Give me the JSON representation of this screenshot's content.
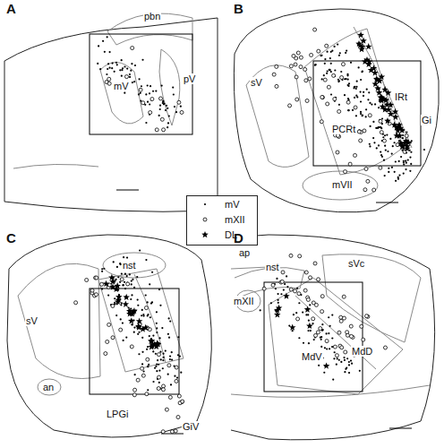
{
  "diagram": {
    "labels": [
      "A",
      "pbn",
      "mV",
      "pV",
      "B",
      "sV",
      "IRt",
      "PCRt",
      "Gi",
      "mVII",
      "C",
      "nst",
      "sV",
      "an",
      "LPGi",
      "GiV",
      "D",
      "ap",
      "nst",
      "sVc",
      "mXII",
      "MdD",
      "MdV"
    ],
    "legend": [
      {
        "text": "mV"
      },
      {
        "text": "mXII"
      },
      {
        "text": "DL"
      }
    ]
  }
}
